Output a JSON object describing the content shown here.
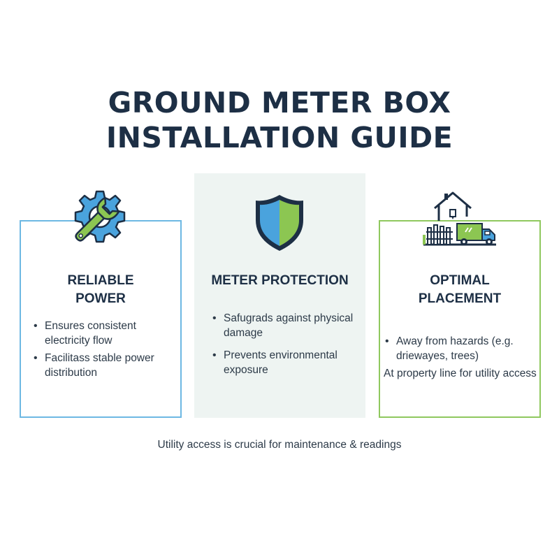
{
  "title": {
    "line1": "GROUND METER BOX",
    "line2": "INSTALLATION GUIDE"
  },
  "colors": {
    "blue": "#4aa3dd",
    "green": "#8cc652",
    "navy": "#1d2f45",
    "panel": "#eef4f2"
  },
  "cards": {
    "reliable": {
      "icon": "wrench-gear-icon",
      "title_line1": "RELIABLE",
      "title_line2": "POWER",
      "bullets": [
        "Ensures consistent electricity flow",
        "Facilitass stable power distribution"
      ]
    },
    "protection": {
      "icon": "shield-icon",
      "title": "METER PROTECTION",
      "bullets": [
        "Safugrads against physical damage",
        "Prevents environmental exposure"
      ]
    },
    "placement": {
      "icon": "house-truck-icon",
      "title_line1": "OPTIMAL",
      "title_line2": "PLACEMENT",
      "bullets": [
        "Away from hazards (e.g. driewayes, trees)",
        "At property line for utility access"
      ]
    }
  },
  "footer": "Utility access is crucial for maintenance & readings"
}
